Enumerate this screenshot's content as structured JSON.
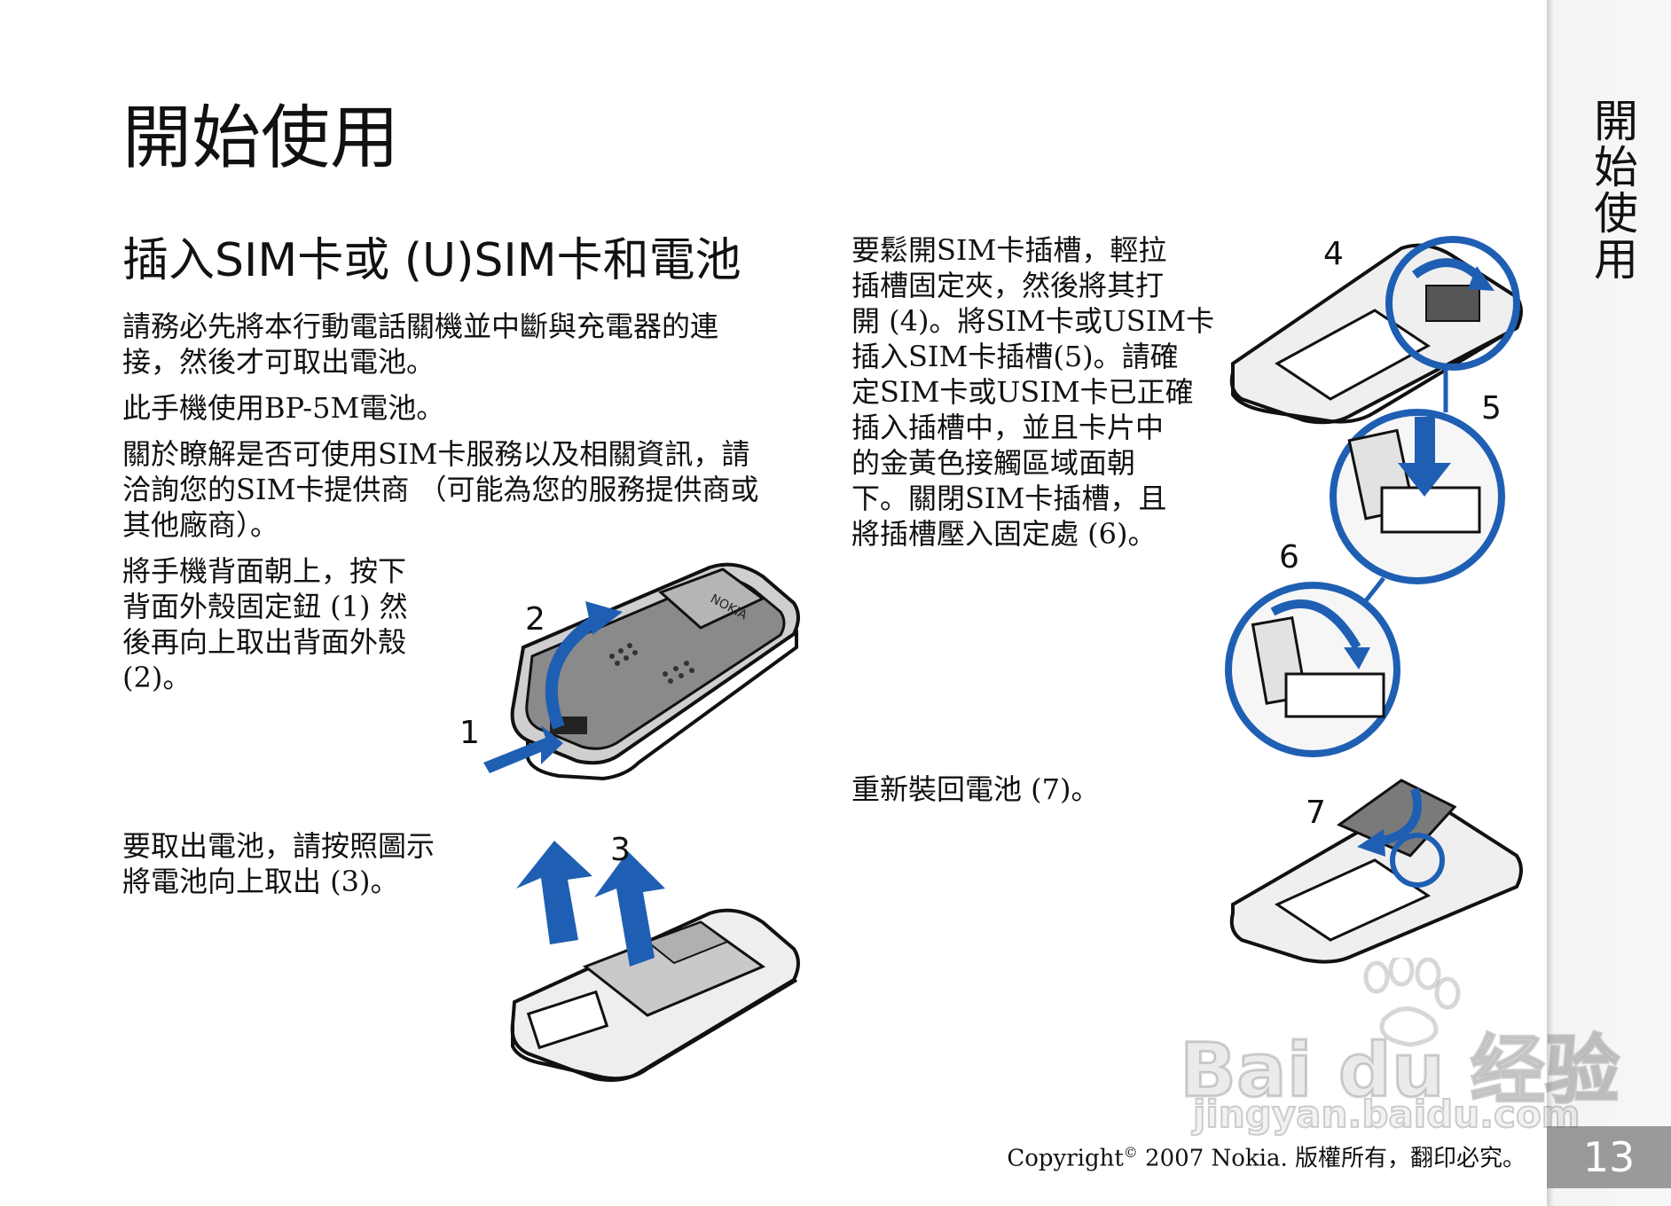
{
  "chapter": {
    "title": "開始使用",
    "side_tab": "開始使用",
    "page_number": "13"
  },
  "section": {
    "title": "插入SIM卡或 (U)SIM卡和電池"
  },
  "paragraphs": {
    "p1": [
      "請務必先將本行動電話關機並中斷與充電器的連",
      "接，然後才可取出電池。"
    ],
    "p2": [
      "此手機使用BP-5M電池。"
    ],
    "p3": [
      "關於瞭解是否可使用SIM卡服務以及相關資訊，請",
      "洽詢您的SIM卡提供商 （可能為您的服務提供商或",
      "其他廠商）。"
    ],
    "p4": [
      "將手機背面朝上，按下",
      "背面外殼固定鈕 (1) 然",
      "後再向上取出背面外殼",
      "(2)。"
    ],
    "p5": [
      "要取出電池，請按照圖示",
      "將電池向上取出 (3)。"
    ],
    "p6": [
      "要鬆開SIM卡插槽，輕拉",
      "插槽固定夾，然後將其打",
      "開 (4)。將SIM卡或USIM卡",
      "插入SIM卡插槽(5)。請確",
      "定SIM卡或USIM卡已正確",
      "插入插槽中，並且卡片中",
      "的金黃色接觸區域面朝",
      "下。關閉SIM卡插槽，且",
      "將插槽壓入固定處 (6)。"
    ],
    "p7": [
      "重新裝回電池 (7)。"
    ]
  },
  "callouts": {
    "c1": "1",
    "c2": "2",
    "c3": "3",
    "c4": "4",
    "c5": "5",
    "c6": "6",
    "c7": "7"
  },
  "phone_brand": "NOKIA",
  "copyright": {
    "prefix": "Copyright",
    "symbol": "©",
    "suffix": " 2007 Nokia. 版權所有，翻印必究。"
  },
  "watermark": {
    "logo": "Bai du 经验",
    "url": "jingyan.baidu.com"
  },
  "colors": {
    "arrow_blue": "#1f5fb3",
    "tab_gray": "#f4f4f4",
    "page_num_bg": "#9a9a9a"
  }
}
